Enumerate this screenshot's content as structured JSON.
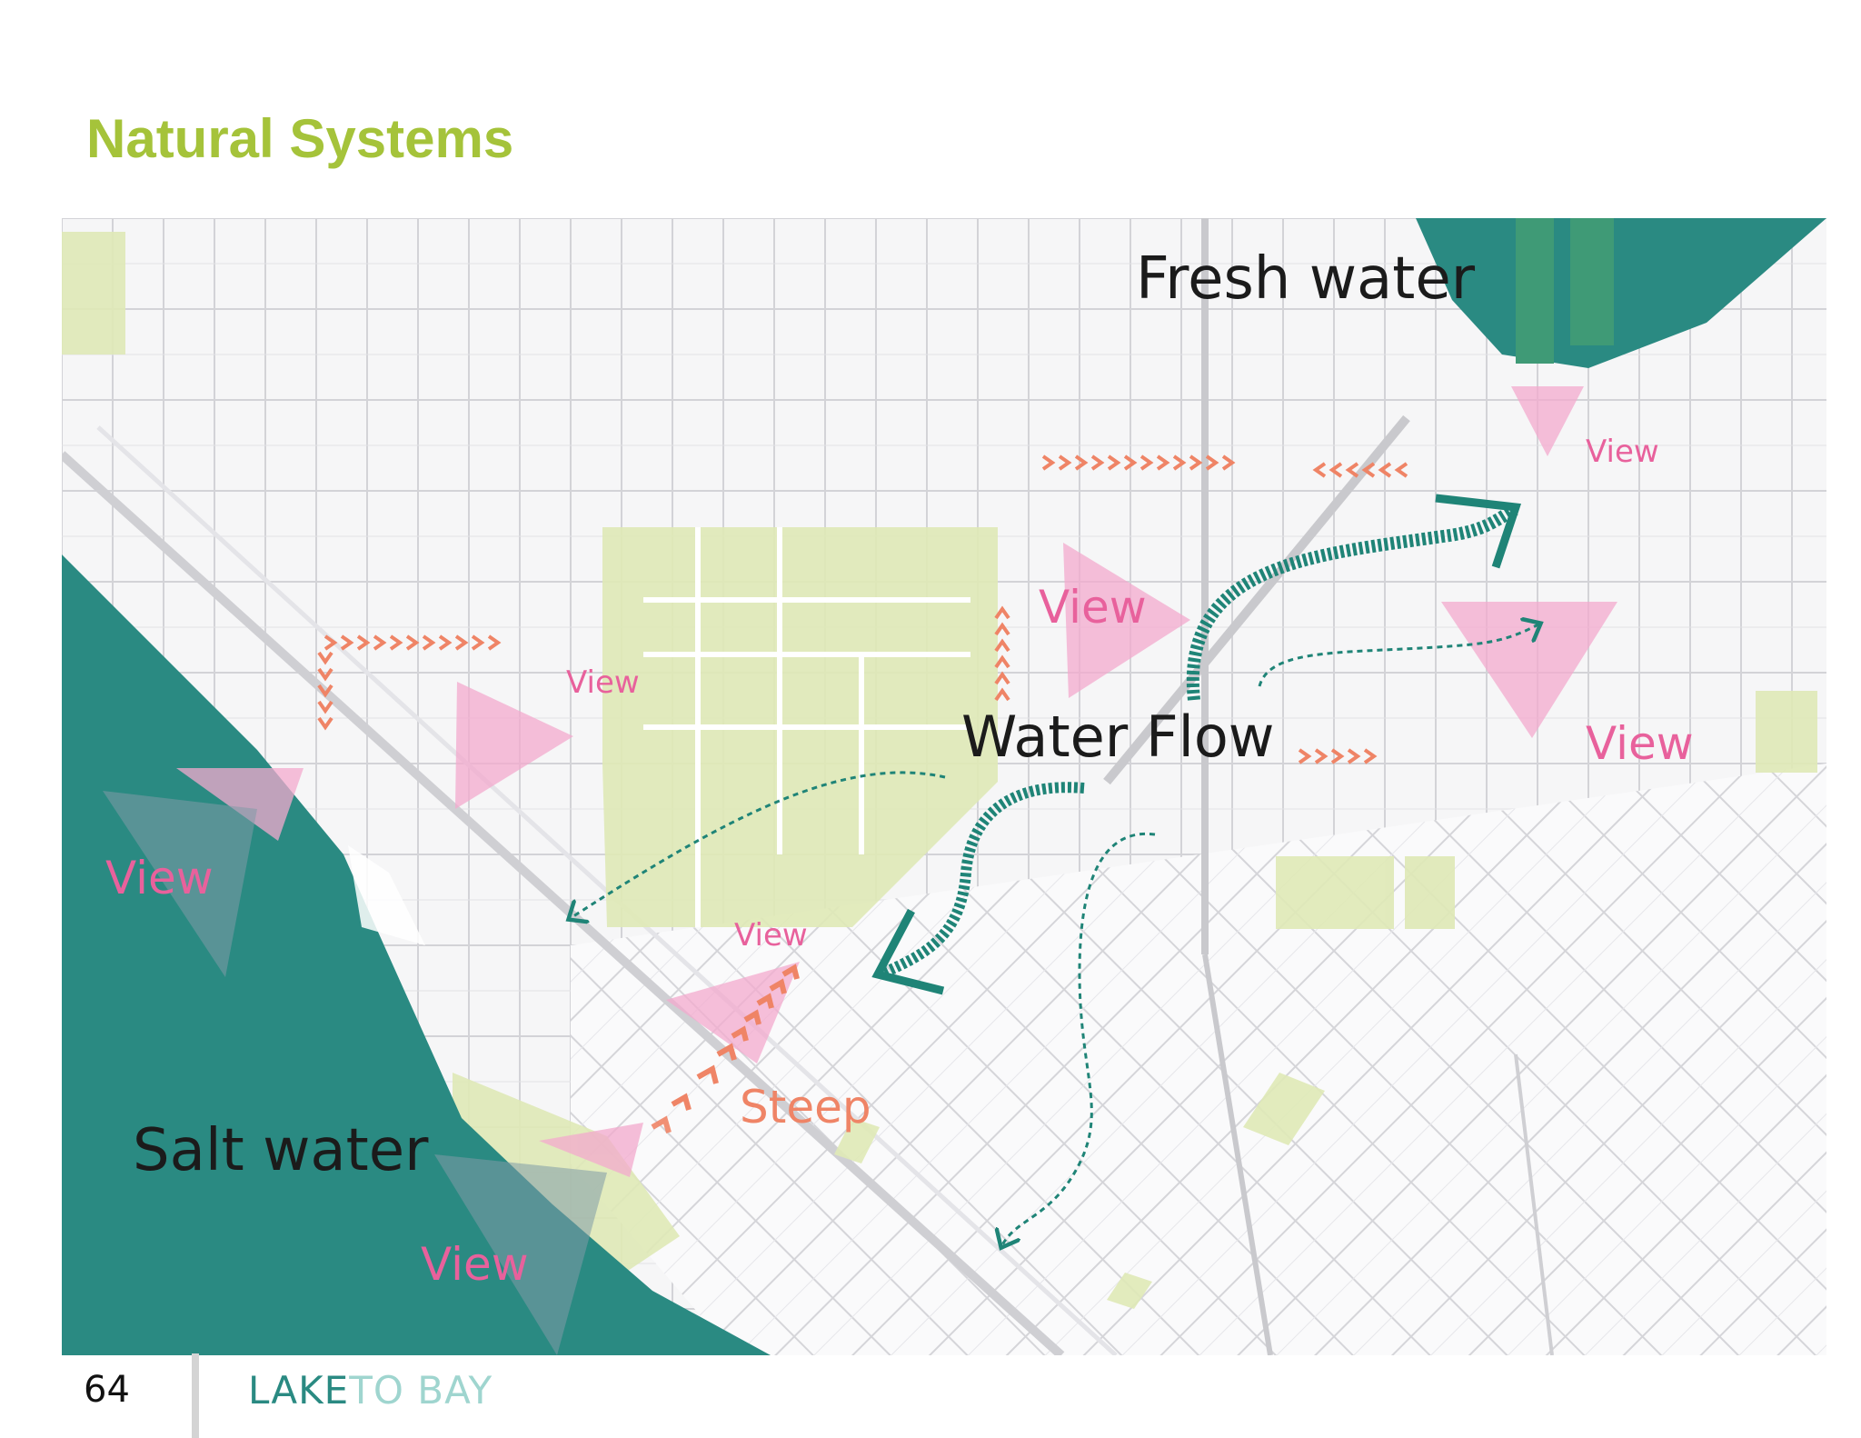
{
  "page": {
    "title": "Natural Systems",
    "page_number": "64",
    "brand": {
      "part1": "LAKE",
      "part2": "TO",
      "part3": "BAY"
    }
  },
  "map": {
    "labels": {
      "fresh_water": "Fresh water",
      "salt_water": "Salt water",
      "water_flow": "Water Flow",
      "steep": "Steep"
    },
    "view_labels": [
      "View",
      "View",
      "View",
      "View",
      "View",
      "View",
      "View"
    ],
    "colors": {
      "water": "#2a8a82",
      "park": "#dfe9b6",
      "view_cone": "#f3a9cd",
      "view_text": "#e8619c",
      "steep_arrows": "#ef8466",
      "flow_arrow": "#1f8477",
      "streets": "#d5d5d8"
    }
  }
}
